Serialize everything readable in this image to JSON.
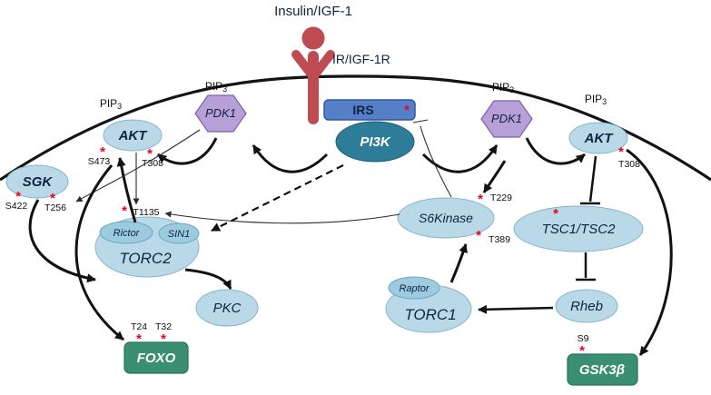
{
  "title": "Insulin/IGF-1",
  "receptor_label": "IR/IGF-1R",
  "phospho": "*",
  "pip3": {
    "base": "PIP",
    "sub": "3"
  },
  "nodes": {
    "irs": "IRS",
    "pi3k": "PI3K",
    "pdk1": "PDK1",
    "akt": "AKT",
    "sgk": "SGK",
    "torc2": "TORC2",
    "rictor": "Rictor",
    "sin1": "SIN1",
    "pkc": "PKC",
    "foxo": "FOXO",
    "s6k": "S6Kinase",
    "tsc": "TSC1/TSC2",
    "torc1": "TORC1",
    "raptor": "Raptor",
    "rheb": "Rheb",
    "gsk3b": "GSK3β"
  },
  "sites": {
    "s473": "S473",
    "t308": "T308",
    "s422": "S422",
    "t256": "T256",
    "t1135": "T1135",
    "t24": "T24",
    "t32": "T32",
    "t229": "T229",
    "t389": "T389",
    "s9": "S9"
  },
  "colors": {
    "membrane": "#141414",
    "node_fill": "#bad9e8",
    "node_stroke": "#86b4ca",
    "subunit_fill": "#9ccadf",
    "pi3k_fill": "#2d7d99",
    "pdk1_fill": "#b6a0d6",
    "irs_fill": "#5580c8",
    "receptor_red": "#bf4b52",
    "green_fill": "#3a8f72",
    "phospho_red": "#e8001f",
    "arrow_black": "#111111"
  }
}
